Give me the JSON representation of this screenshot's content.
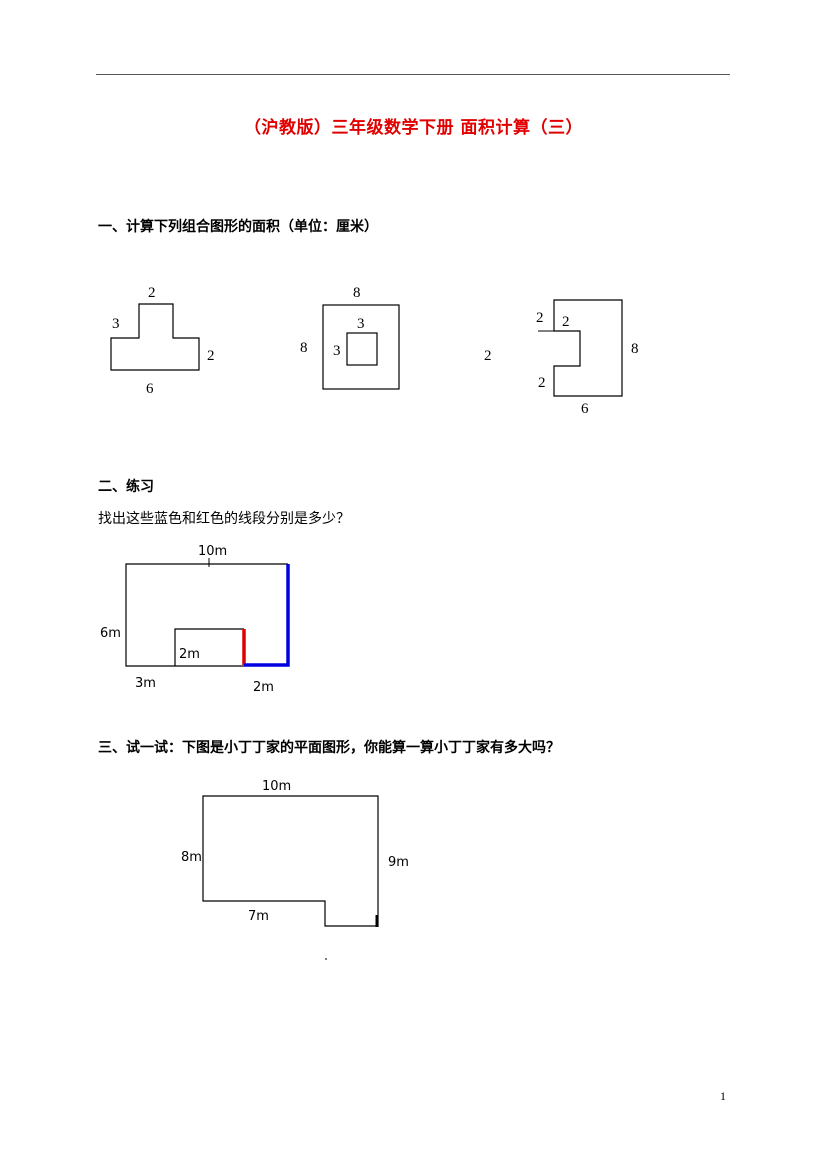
{
  "title": "（沪教版）三年级数学下册 面积计算（三）",
  "section1": {
    "heading": "一、计算下列组合图形的面积（单位：厘米）",
    "figure1": {
      "top": "2",
      "left": "3",
      "right": "2",
      "bottom": "6"
    },
    "figure2": {
      "outer_top": "8",
      "outer_left": "8",
      "inner_top": "3",
      "inner_left": "3"
    },
    "figure3": {
      "notch_top_left": "2",
      "notch_top_right": "2",
      "left_mid": "2",
      "notch_bottom_left": "2",
      "right": "8",
      "bottom": "6"
    }
  },
  "section2": {
    "heading": "二、练习",
    "question": "找出这些蓝色和红色的线段分别是多少？",
    "labels": {
      "top": "10m",
      "left": "6m",
      "bottom_left": "3m",
      "notch": "2m",
      "bottom_right": "2m"
    },
    "colors": {
      "red": "#e00000",
      "blue": "#0000e0"
    }
  },
  "section3": {
    "heading": "三、试一试：下图是小丁丁家的平面图形，你能算一算小丁丁家有多大吗？",
    "labels": {
      "top": "10m",
      "left": "8m",
      "right": "9m",
      "bottom": "7m"
    }
  },
  "page_number": "1"
}
